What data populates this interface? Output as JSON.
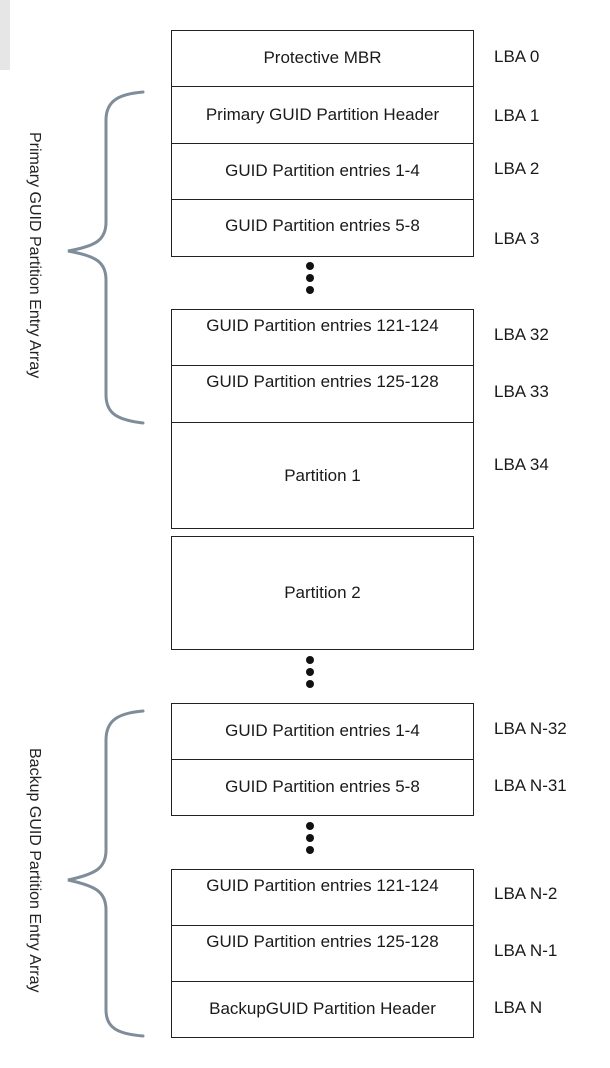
{
  "brackets": {
    "primary_label": "Primary GUID Partition Entry Array",
    "backup_label": "Backup GUID Partition Entry Array"
  },
  "blocks": [
    {
      "text": "Protective MBR",
      "lba": "LBA 0"
    },
    {
      "text": "Primary GUID Partition Header",
      "lba": "LBA 1"
    },
    {
      "text": "GUID Partition entries 1-4",
      "lba": "LBA 2"
    },
    {
      "text": "GUID Partition entries 5-8",
      "lba": "LBA 3"
    },
    {
      "text": "GUID Partition entries 121-124",
      "lba": "LBA 32"
    },
    {
      "text": "GUID Partition entries 125-128",
      "lba": "LBA 33"
    },
    {
      "text": "Partition 1",
      "lba": "LBA 34"
    },
    {
      "text": "Partition 2",
      "lba": ""
    },
    {
      "text": "GUID Partition entries 1-4",
      "lba": "LBA N-32"
    },
    {
      "text": "GUID Partition entries 5-8",
      "lba": "LBA N-31"
    },
    {
      "text": "GUID Partition entries 121-124",
      "lba": "LBA N-2"
    },
    {
      "text": "GUID Partition entries 125-128",
      "lba": "LBA N-1"
    },
    {
      "text": "BackupGUID Partition Header",
      "lba": "LBA N"
    }
  ]
}
